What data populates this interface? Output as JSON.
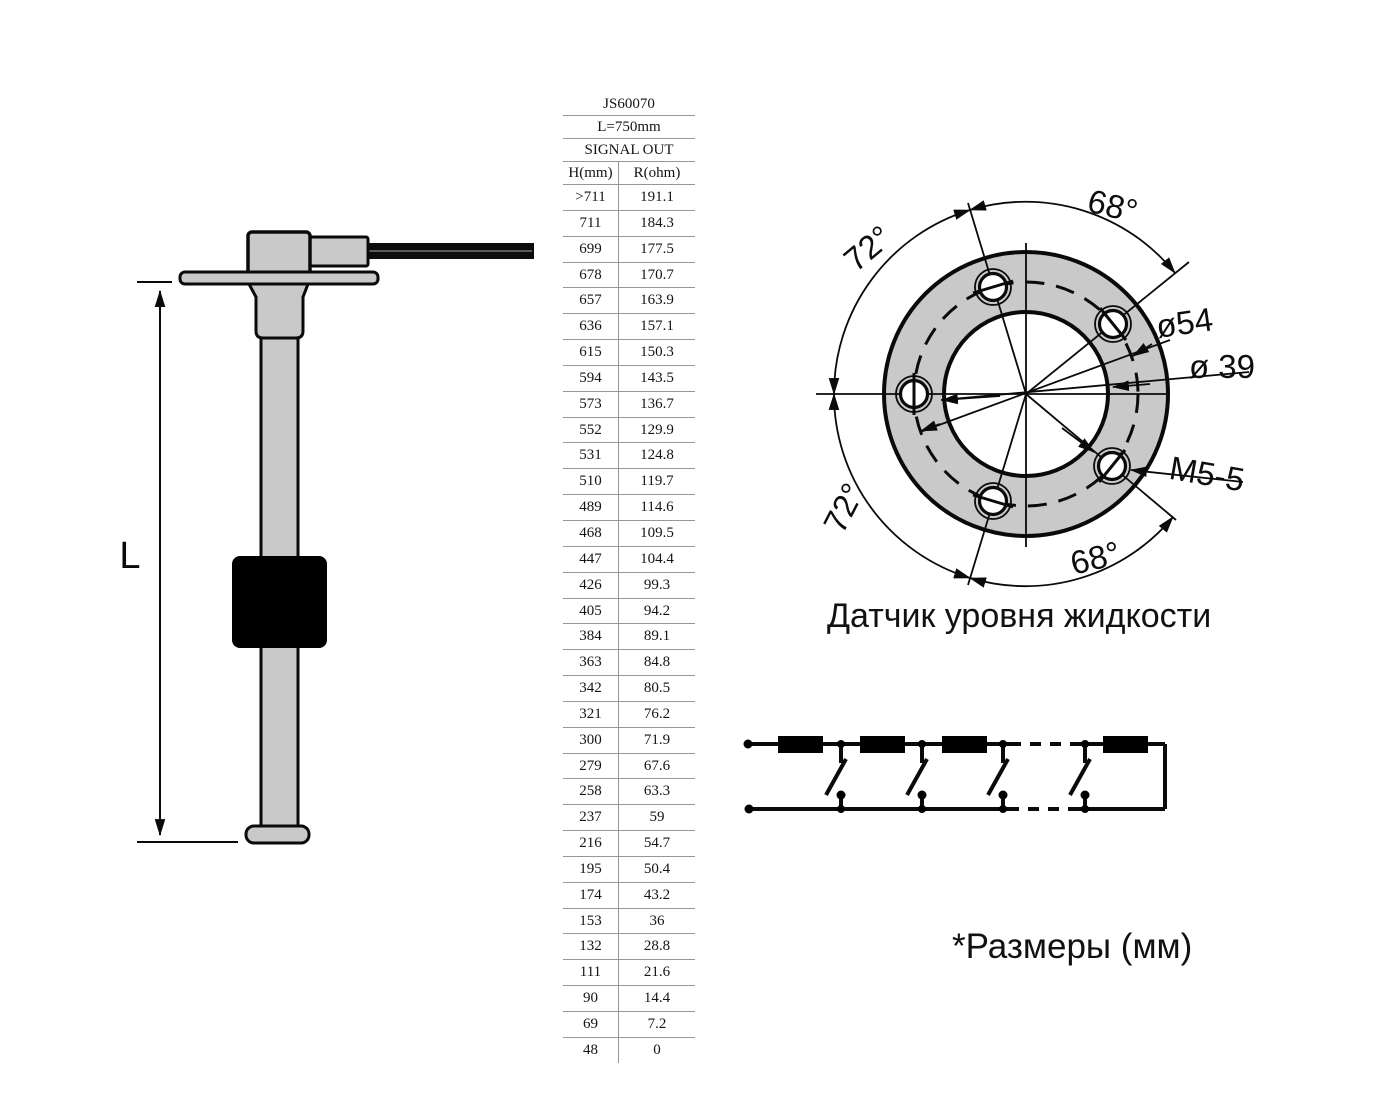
{
  "table": {
    "model": "JS60070",
    "length": "L=750mm",
    "signal": "SIGNAL OUT",
    "col_h": "H(mm)",
    "col_r": "R(ohm)",
    "rows": [
      [
        ">711",
        "191.1"
      ],
      [
        "711",
        "184.3"
      ],
      [
        "699",
        "177.5"
      ],
      [
        "678",
        "170.7"
      ],
      [
        "657",
        "163.9"
      ],
      [
        "636",
        "157.1"
      ],
      [
        "615",
        "150.3"
      ],
      [
        "594",
        "143.5"
      ],
      [
        "573",
        "136.7"
      ],
      [
        "552",
        "129.9"
      ],
      [
        "531",
        "124.8"
      ],
      [
        "510",
        "119.7"
      ],
      [
        "489",
        "114.6"
      ],
      [
        "468",
        "109.5"
      ],
      [
        "447",
        "104.4"
      ],
      [
        "426",
        "99.3"
      ],
      [
        "405",
        "94.2"
      ],
      [
        "384",
        "89.1"
      ],
      [
        "363",
        "84.8"
      ],
      [
        "342",
        "80.5"
      ],
      [
        "321",
        "76.2"
      ],
      [
        "300",
        "71.9"
      ],
      [
        "279",
        "67.6"
      ],
      [
        "258",
        "63.3"
      ],
      [
        "237",
        "59"
      ],
      [
        "216",
        "54.7"
      ],
      [
        "195",
        "50.4"
      ],
      [
        "174",
        "43.2"
      ],
      [
        "153",
        "36"
      ],
      [
        "132",
        "28.8"
      ],
      [
        "111",
        "21.6"
      ],
      [
        "90",
        "14.4"
      ],
      [
        "69",
        "7.2"
      ],
      [
        "48",
        "0"
      ]
    ]
  },
  "sensor": {
    "dimension_label": "L"
  },
  "flange": {
    "angle_top": "68°",
    "angle_top_left": "72°",
    "angle_bottom_left": "72°",
    "angle_bottom": "68°",
    "dia_bolt_circle": "ø54",
    "dia_inner": "ø 39",
    "thread": "M5-5"
  },
  "captions": {
    "title": "Датчик уровня жидкости",
    "units_note": "*Размеры (мм)"
  },
  "colors": {
    "body_gray": "#c9c9c9",
    "line_black": "#0a0a0a",
    "float_black": "#000000",
    "table_line": "#979797"
  }
}
